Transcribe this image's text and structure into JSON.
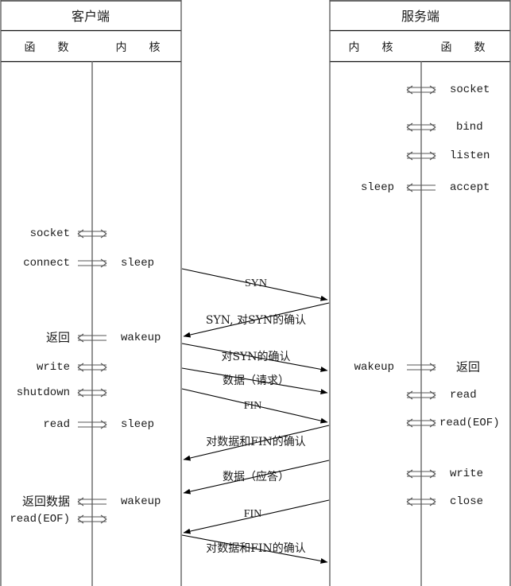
{
  "figure": {
    "title": "TCP client-server socket function and kernel timeline",
    "background": "#ffffff",
    "line_color": "#666666",
    "rule_color": "#111111",
    "arrow_color": "#555555",
    "msg_arrow_color": "#000000"
  },
  "headers": {
    "client": {
      "title": "客户端",
      "col_left": "函　数",
      "col_right": "内　核"
    },
    "server": {
      "title": "服务端",
      "col_left": "内　核",
      "col_right": "函　数"
    }
  },
  "client_events": [
    {
      "label": "socket",
      "side": "func",
      "arrow": "both",
      "peer": ""
    },
    {
      "label": "connect",
      "side": "func",
      "arrow": "right",
      "peer": "sleep"
    },
    {
      "label": "返回",
      "side": "func",
      "arrow": "left",
      "peer": "wakeup"
    },
    {
      "label": "write",
      "side": "func",
      "arrow": "both",
      "peer": ""
    },
    {
      "label": "shutdown",
      "side": "func",
      "arrow": "both",
      "peer": ""
    },
    {
      "label": "read",
      "side": "func",
      "arrow": "right",
      "peer": "sleep"
    },
    {
      "label": "返回数据",
      "side": "func",
      "arrow": "left",
      "peer": "wakeup"
    },
    {
      "label": "read(EOF)",
      "side": "func",
      "arrow": "both",
      "peer": ""
    }
  ],
  "server_events": [
    {
      "label": "socket",
      "arrow": "both",
      "peer": ""
    },
    {
      "label": "bind",
      "arrow": "both",
      "peer": ""
    },
    {
      "label": "listen",
      "arrow": "both",
      "peer": ""
    },
    {
      "label": "accept",
      "arrow": "left",
      "peer": "sleep"
    },
    {
      "label": "返回",
      "arrow": "right",
      "peer": "wakeup"
    },
    {
      "label": "read",
      "arrow": "both",
      "peer": ""
    },
    {
      "label": "read(EOF)",
      "arrow": "both",
      "peer": ""
    },
    {
      "label": "write",
      "arrow": "both",
      "peer": ""
    },
    {
      "label": "close",
      "arrow": "both",
      "peer": ""
    }
  ],
  "messages": [
    {
      "text": "SYN",
      "direction": "to-server"
    },
    {
      "text": "SYN, 对SYN的确认",
      "direction": "to-client"
    },
    {
      "text": "对SYN的确认",
      "direction": "to-server"
    },
    {
      "text": "数据（请求）",
      "direction": "to-server"
    },
    {
      "text": "FIN",
      "direction": "to-server"
    },
    {
      "text": "对数据和FIN的确认",
      "direction": "to-client"
    },
    {
      "text": "数据（应答）",
      "direction": "to-client"
    },
    {
      "text": "FIN",
      "direction": "to-client"
    },
    {
      "text": "对数据和FIN的确认",
      "direction": "to-server"
    }
  ]
}
